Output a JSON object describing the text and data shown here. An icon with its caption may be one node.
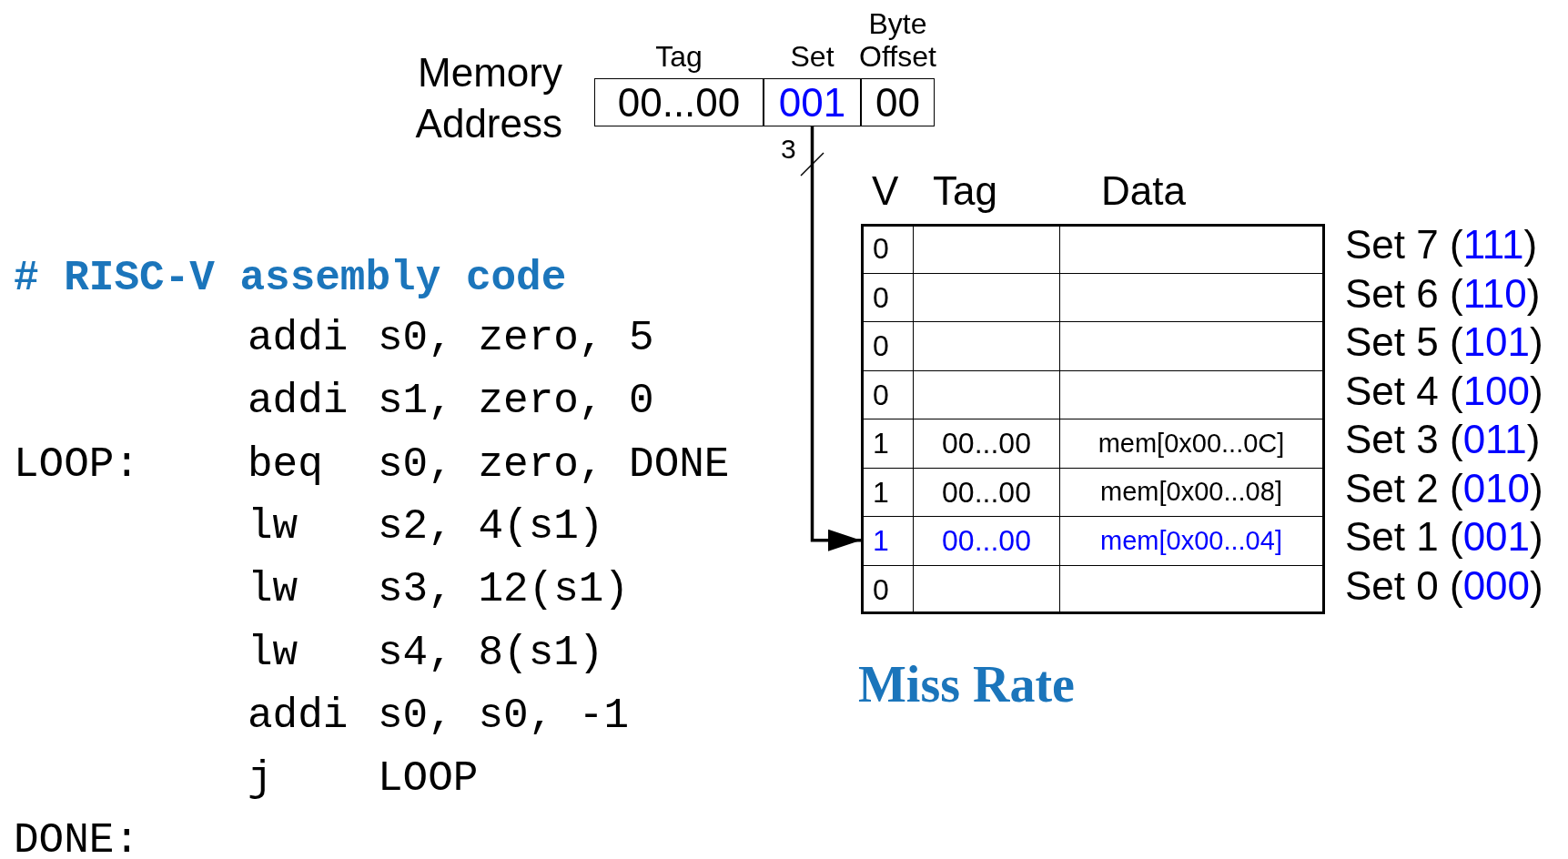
{
  "diagram": {
    "nodes": [
      {
        "text": [
          "Tag",
          "00...00"
        ]
      },
      {
        "text": [
          "Set",
          "001"
        ]
      },
      {
        "text": [
          "Byte Offset",
          "00"
        ]
      },
      {
        "text": [
          "V",
          "Tag",
          "Data"
        ]
      },
      {
        "text": [
          "0"
        ],
        "in": 3,
        "beside": [
          "Set 7 (",
          "111",
          ")"
        ]
      },
      {
        "text": [
          "0"
        ],
        "in": 3,
        "beside": [
          "Set 6 (",
          "110",
          ")"
        ]
      },
      {
        "text": [
          "0"
        ],
        "in": 3,
        "beside": [
          "Set 5 (",
          "101",
          ")"
        ]
      },
      {
        "text": [
          "0"
        ],
        "in": 3,
        "beside": [
          "Set 4 (",
          "100",
          ")"
        ]
      },
      {
        "text": [
          "1",
          "00...00",
          "mem[0x00...0C]"
        ],
        "in": 3,
        "beside": [
          "Set 3 (",
          "011",
          ")"
        ]
      },
      {
        "text": [
          "1",
          "00...00",
          "mem[0x00...08]"
        ],
        "in": 3,
        "beside": [
          "Set 2 (",
          "010",
          ")"
        ]
      },
      {
        "text": [
          "1",
          "00...00",
          "mem[0x00...04]"
        ],
        "in": 3,
        "beside": [
          "Set 1 (",
          "001",
          ")"
        ]
      },
      {
        "text": [
          "0"
        ],
        "in": 3,
        "beside": [
          "Set 0 (",
          "000",
          ")"
        ]
      }
    ],
    "edges": [
      {
        "from": 1,
        "to": 10,
        "arrow": "to"
      }
    ],
    "labels": [
      "Memory Address",
      "3",
      "# RISC-V assembly code",
      "addi",
      "s0, zero, 5",
      "addi",
      "s1, zero, 0",
      "LOOP:",
      "beq",
      "s0, zero, DONE",
      "lw",
      "s2, 4(s1)",
      "lw",
      "s3, 12(s1)",
      "lw",
      "s4, 8(s1)",
      "addi",
      "s0, s0, -1",
      "j",
      "LOOP",
      "DONE:",
      "Miss Rate"
    ]
  }
}
